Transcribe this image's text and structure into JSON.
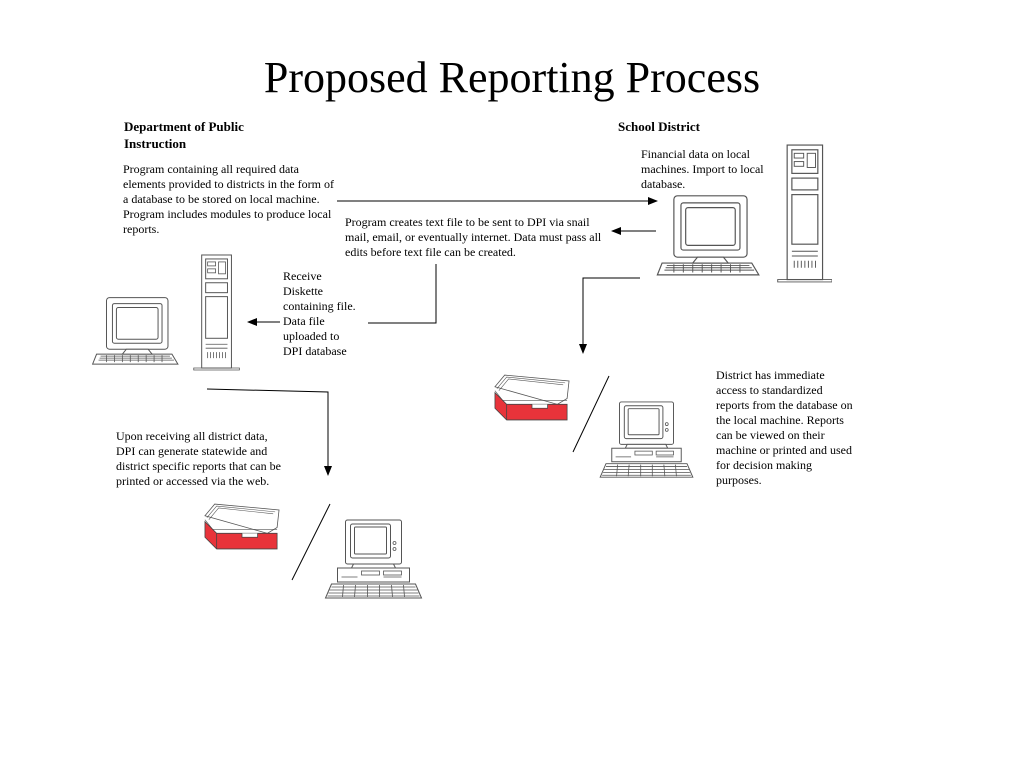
{
  "title": "Proposed Reporting Process",
  "dpi_heading": "Department of Public Instruction",
  "district_heading": "School District",
  "dpi_program_text": "Program containing all required data elements provided to districts in the form of a database to be stored on local machine.  Program includes modules to produce local reports.",
  "district_financial_text": "Financial data on local machines.   Import to local database.",
  "text_file_text": "Program creates text file to be sent to DPI via snail mail, email, or eventually internet.  Data must pass all edits before text file can be created.",
  "receive_text": "Receive Diskette containing file. Data file uploaded to DPI database",
  "dpi_reports_text": "Upon receiving all district data, DPI can generate statewide and district specific reports that can be printed or accessed via the web.",
  "district_reports_text": "District has immediate access to standardized reports from the database on the local machine. Reports can be viewed on their machine or printed and used for decision making purposes.",
  "colors": {
    "tray": "#e8333a",
    "line": "#000000"
  },
  "icons": [
    "tower-workstation-icon",
    "desktop-computer-icon",
    "paper-tray-icon"
  ]
}
